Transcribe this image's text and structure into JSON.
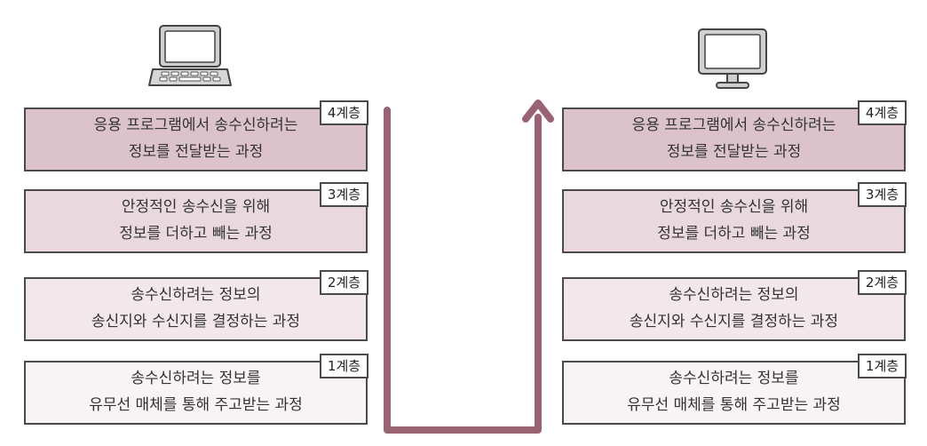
{
  "left_device": {
    "icon": "laptop-icon"
  },
  "right_device": {
    "icon": "monitor-icon"
  },
  "colors": {
    "layer4": "#dcc3cb",
    "layer3": "#e9d9de",
    "layer2": "#f2e8eb",
    "layer1": "#f8f3f4",
    "arrow": "#9a6373"
  },
  "layers": [
    {
      "badge": "4계층",
      "line1": "응용 프로그램에서 송수신하려는",
      "line2": "정보를 전달받는 과정"
    },
    {
      "badge": "3계층",
      "line1": "안정적인 송수신을 위해",
      "line2": "정보를 더하고 빼는 과정"
    },
    {
      "badge": "2계층",
      "line1": "송수신하려는 정보의",
      "line2": "송신지와 수신지를 결정하는 과정"
    },
    {
      "badge": "1계층",
      "line1": "송수신하려는 정보를",
      "line2": "유무선 매체를 통해 주고받는 과정"
    }
  ]
}
